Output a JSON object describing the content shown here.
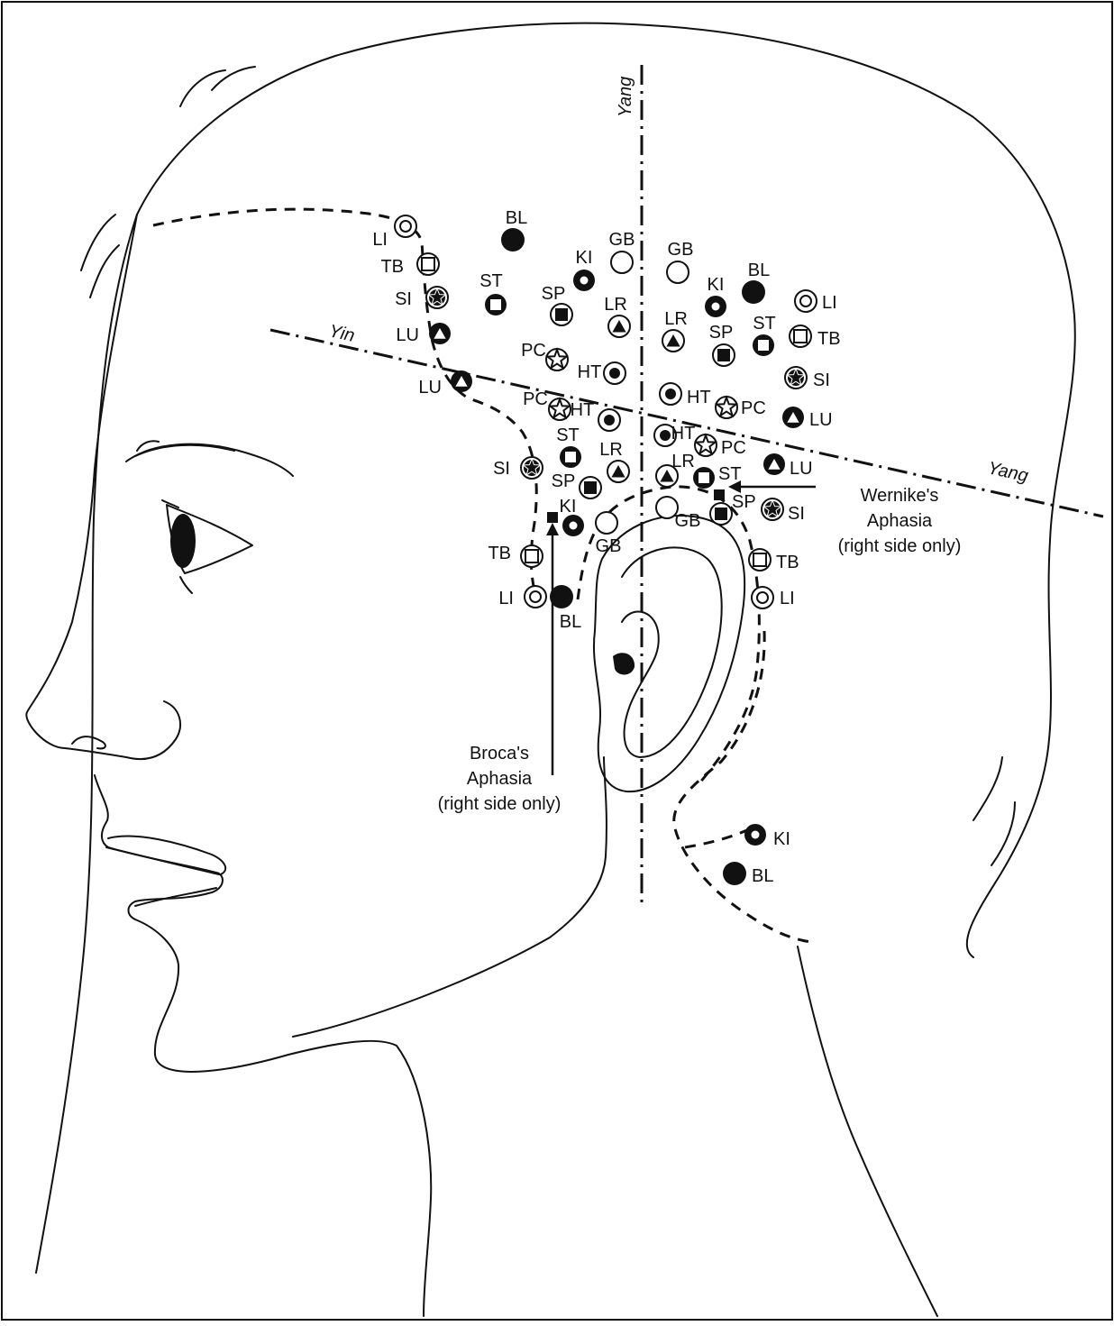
{
  "diagram": {
    "axes": {
      "yang_vertical": "Yang",
      "yin_oblique": "Yin",
      "yang_oblique": "Yang"
    },
    "callouts": {
      "wernike": [
        "Wernike's",
        "Aphasia",
        "(right side only)"
      ],
      "broca": [
        "Broca's",
        "Aphasia",
        "(right side only)"
      ]
    },
    "marker_styles": {
      "LI": "double-ring",
      "TB": "open-square",
      "SI": "star-on-dark-disc",
      "LU": "white-triangle-on-dark-disc",
      "PC": "open-star-in-ring",
      "HT": "dot-in-ring",
      "LR": "dark-triangle-in-ring",
      "SP": "dark-square-in-ring",
      "ST": "open-square-on-dark-disc",
      "KI": "thick-ring",
      "GB": "open-circle",
      "BL": "solid-disc"
    },
    "points": [
      {
        "code": "LI"
      },
      {
        "code": "TB"
      },
      {
        "code": "SI"
      },
      {
        "code": "LU"
      },
      {
        "code": "LU"
      },
      {
        "code": "BL"
      },
      {
        "code": "ST"
      },
      {
        "code": "GB"
      },
      {
        "code": "KI"
      },
      {
        "code": "SP"
      },
      {
        "code": "LR"
      },
      {
        "code": "PC"
      },
      {
        "code": "HT"
      },
      {
        "code": "PC"
      },
      {
        "code": "HT"
      },
      {
        "code": "GB"
      },
      {
        "code": "KI"
      },
      {
        "code": "BL"
      },
      {
        "code": "LI"
      },
      {
        "code": "LR"
      },
      {
        "code": "SP"
      },
      {
        "code": "ST"
      },
      {
        "code": "TB"
      },
      {
        "code": "SI"
      },
      {
        "code": "HT"
      },
      {
        "code": "PC"
      },
      {
        "code": "LU"
      },
      {
        "code": "ST"
      },
      {
        "code": "LR"
      },
      {
        "code": "SP"
      },
      {
        "code": "SI"
      },
      {
        "code": "KI"
      },
      {
        "code": "GB"
      },
      {
        "code": "TB"
      },
      {
        "code": "LI"
      },
      {
        "code": "BL"
      },
      {
        "code": "HT"
      },
      {
        "code": "PC"
      },
      {
        "code": "LR"
      },
      {
        "code": "ST"
      },
      {
        "code": "LU"
      },
      {
        "code": "SP"
      },
      {
        "code": "GB"
      },
      {
        "code": "SI"
      },
      {
        "code": "TB"
      },
      {
        "code": "LI"
      },
      {
        "code": "KI"
      },
      {
        "code": "BL"
      }
    ]
  }
}
